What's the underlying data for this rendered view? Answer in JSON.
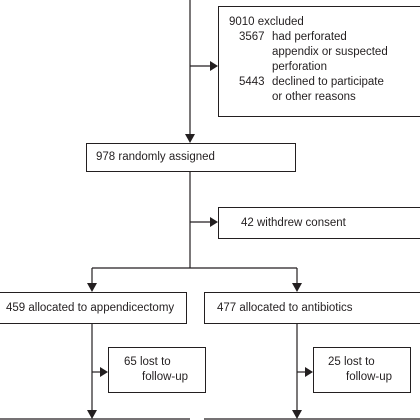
{
  "excluded": {
    "total": "9010 excluded",
    "items": [
      {
        "num": "3567",
        "lines": [
          "had perforated",
          "appendix or suspected",
          "perforation"
        ]
      },
      {
        "num": "5443",
        "lines": [
          "declined to participate",
          "or other reasons"
        ]
      }
    ]
  },
  "randomised": "978 randomly assigned",
  "withdrew": "42 withdrew consent",
  "allocated": {
    "left": "459 allocated to appendicectomy",
    "right": "477 allocated to antibiotics"
  },
  "lost": {
    "left": [
      "65 lost to",
      "follow-up"
    ],
    "right": [
      "25 lost to",
      "follow-up"
    ]
  }
}
